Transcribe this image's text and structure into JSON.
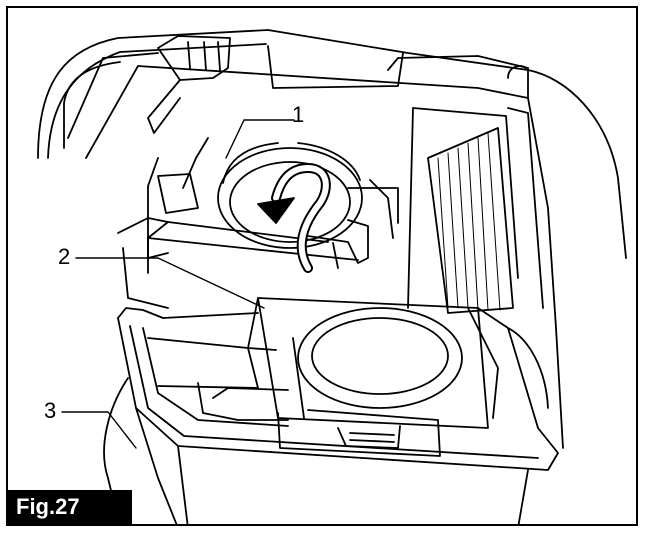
{
  "figure": {
    "label": "Fig.27",
    "callouts": [
      {
        "id": "1",
        "text": "1"
      },
      {
        "id": "2",
        "text": "2"
      },
      {
        "id": "3",
        "text": "3"
      }
    ]
  },
  "colors": {
    "line": "#000000",
    "background": "#ffffff",
    "label_bg": "#000000",
    "label_text": "#ffffff"
  },
  "icons": [
    "rotation-arrow-icon"
  ]
}
